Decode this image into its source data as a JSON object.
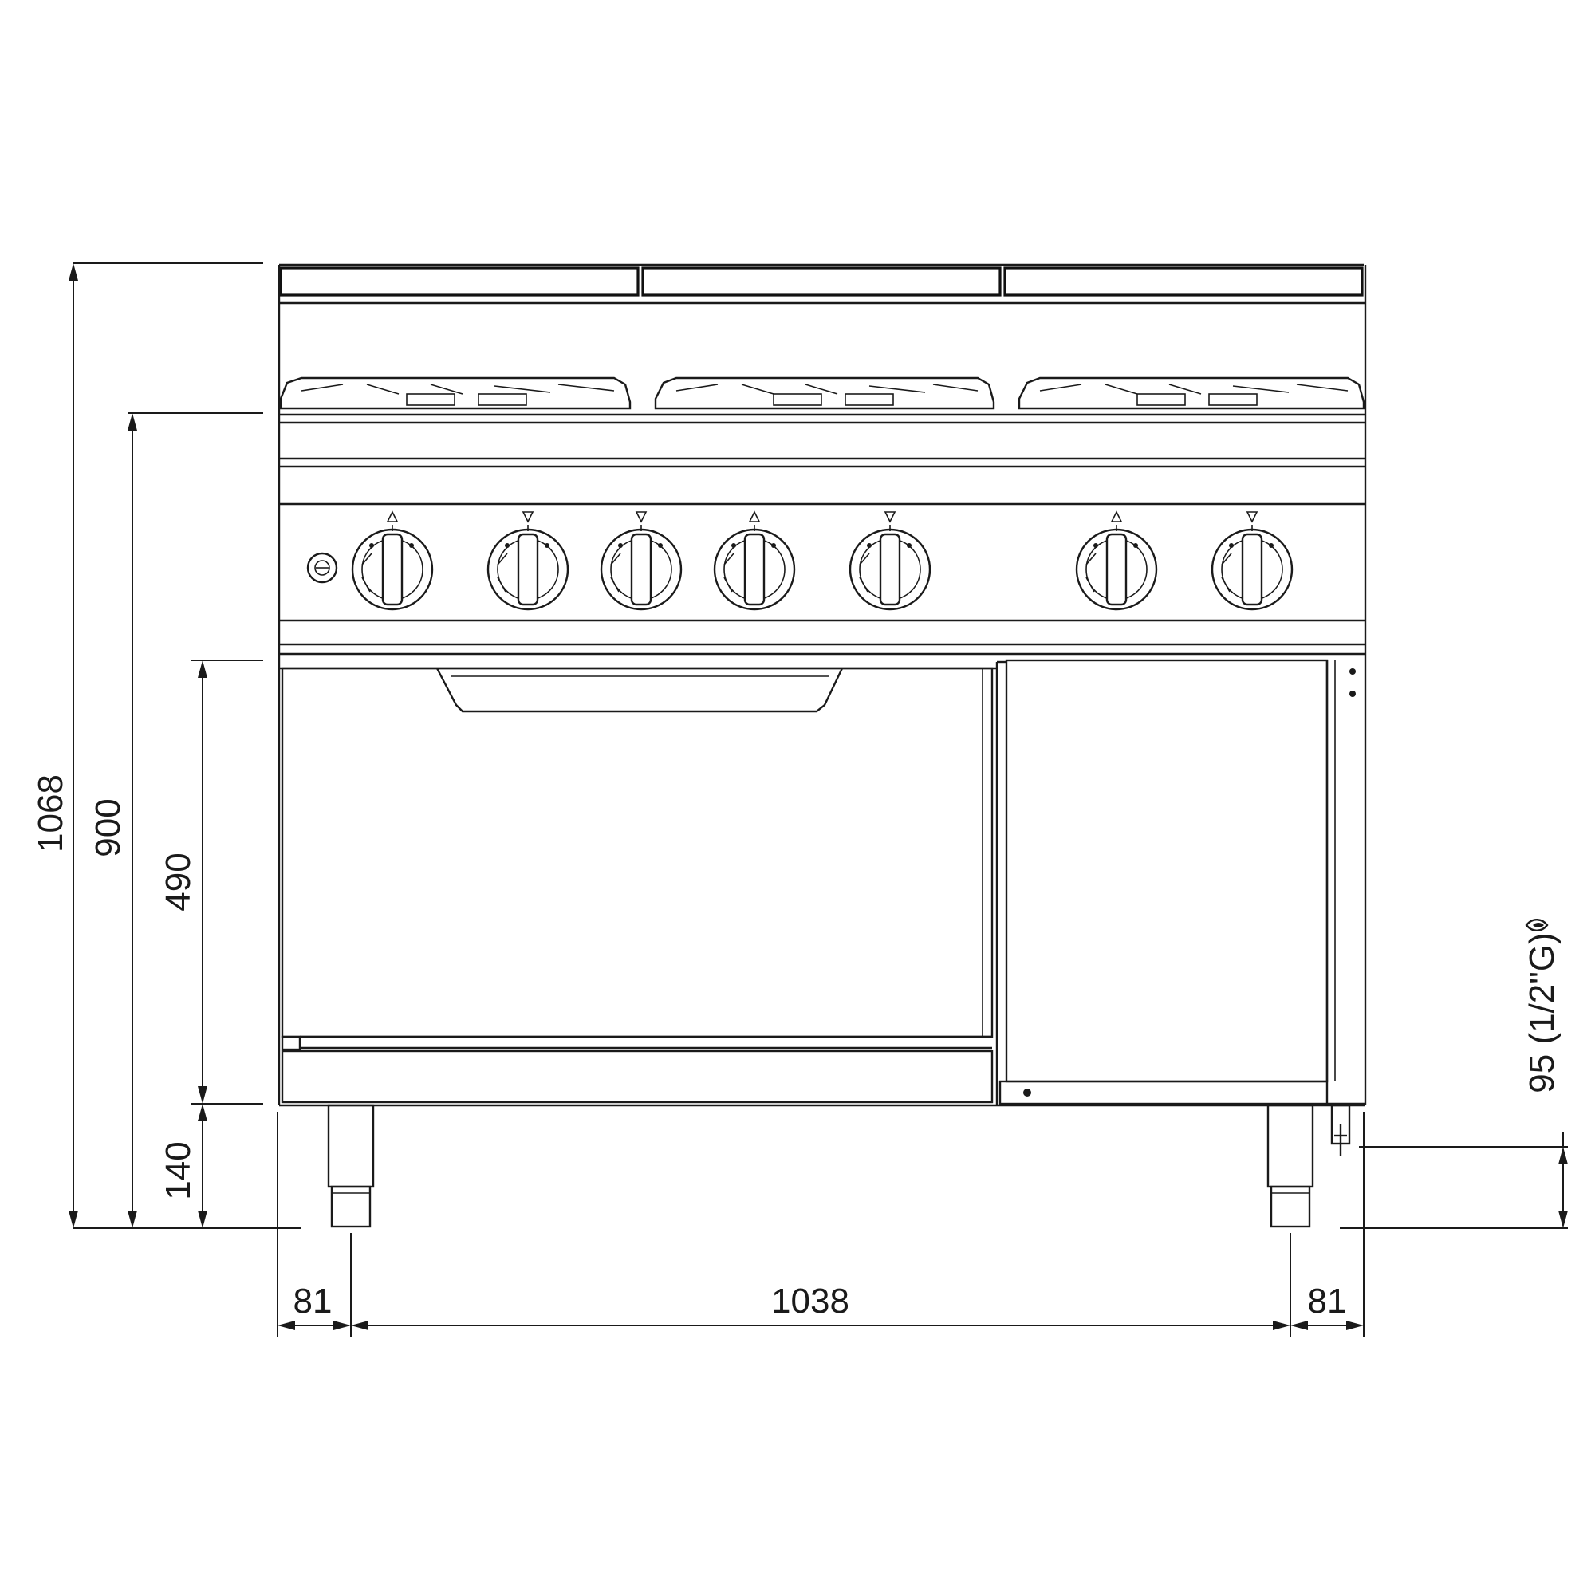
{
  "dimensions": {
    "total_height": "1068",
    "worktop_height": "900",
    "oven_height": "490",
    "leg_height": "140",
    "left_offset": "81",
    "leg_span": "1038",
    "right_offset": "81",
    "gas_connection": "95 (1/2\"G)"
  },
  "icons": {
    "gas_symbol": "gas-flame-icon",
    "pilot_button": "piezo-igniter-icon",
    "knob": "control-knob-icon"
  },
  "colors": {
    "line": "#1a1a1a",
    "background": "#ffffff"
  }
}
